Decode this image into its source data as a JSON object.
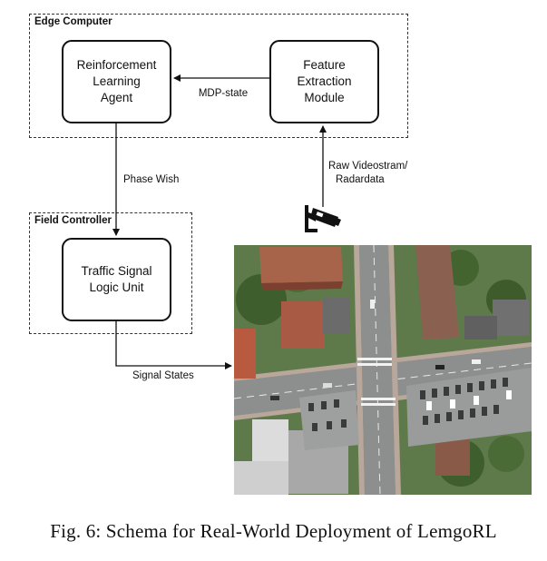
{
  "groups": {
    "edge_computer": "Edge Computer",
    "field_controller": "Field Controller"
  },
  "nodes": {
    "rl_agent": [
      "Reinforcement",
      "Learning",
      "Agent"
    ],
    "feature_extraction": [
      "Feature Extraction",
      "Module"
    ],
    "traffic_signal": [
      "Traffic Signal",
      "Logic Unit"
    ]
  },
  "edges": {
    "mdp_state": "MDP-state",
    "phase_wish": "Phase Wish",
    "raw_video": [
      "Raw Videostram/",
      "Radardata"
    ],
    "signal_states": "Signal States"
  },
  "icons": {
    "sensor": "camera-icon",
    "intersection": "aerial-intersection-photo"
  },
  "caption": "Fig. 6: Schema for Real-World Deployment of LemgoRL"
}
